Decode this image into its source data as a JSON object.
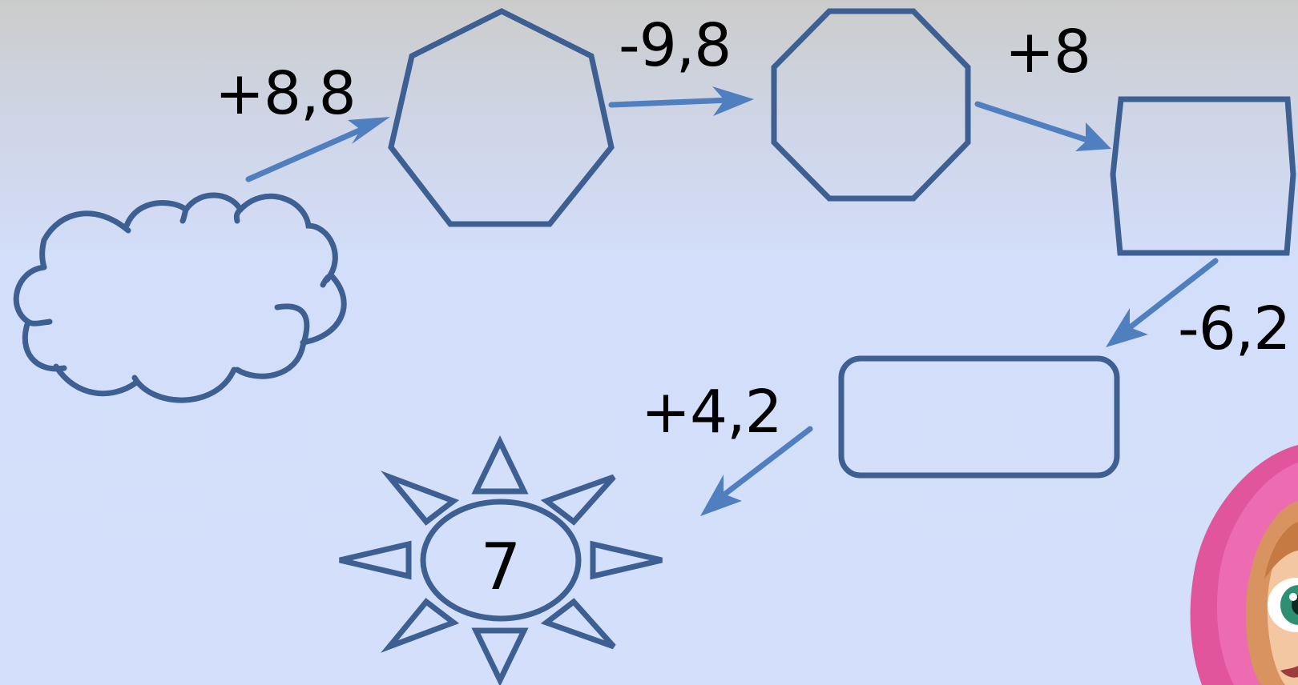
{
  "steps": [
    {
      "operation": "+8,8"
    },
    {
      "operation": "-9,8"
    },
    {
      "operation": "+8"
    },
    {
      "operation": "-6,2"
    },
    {
      "operation": "+4,2"
    }
  ],
  "result": {
    "value": "7"
  },
  "colors": {
    "shape_outline": "#3d5f92",
    "arrow": "#4f7fbf",
    "background_top": "#cbccca",
    "background_bottom": "#d4e0fb"
  }
}
